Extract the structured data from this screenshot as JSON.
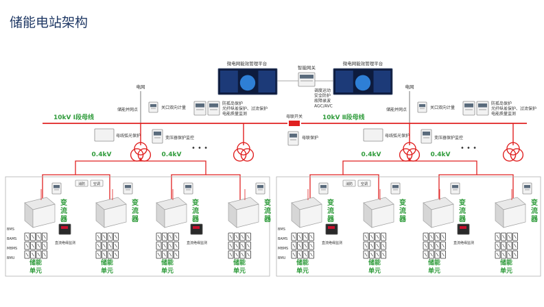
{
  "title": "储能电站架构",
  "bus": {
    "left_label": "10kV Ⅰ段母线",
    "right_label": "10kV Ⅱ段母线",
    "coupler_switch": "母联开关",
    "coupler_protection": "母联保护"
  },
  "platform": {
    "left": "微电网能效管理平台",
    "right": "微电网能效管理平台",
    "gateway": "智能网关",
    "functions": [
      "调度运动",
      "安全防护",
      "故障录波",
      "AGC/AVC"
    ]
  },
  "grid_side": {
    "grid": "电网",
    "connection_point": "储能并网点",
    "metering": "关口双向计量",
    "protections": [
      "防孤岛保护",
      "光纤纵差保护、过流保护",
      "电能质量监测"
    ]
  },
  "transformer": {
    "busbar_arc_protection": "母线弧光保护",
    "transformer_protection": "变压器保护监控",
    "ellipsis": "• • •",
    "lv_label": "0.4kV"
  },
  "pcs": {
    "label": [
      "变",
      "流",
      "器"
    ]
  },
  "storage": {
    "unit_label": [
      "储能",
      "单元"
    ],
    "dc_monitor": "直流绝缘监测",
    "aux_items": [
      "消防",
      "空调"
    ],
    "bms_labels": [
      "BMS",
      "BAMS",
      "MBMS",
      "BMU"
    ]
  }
}
